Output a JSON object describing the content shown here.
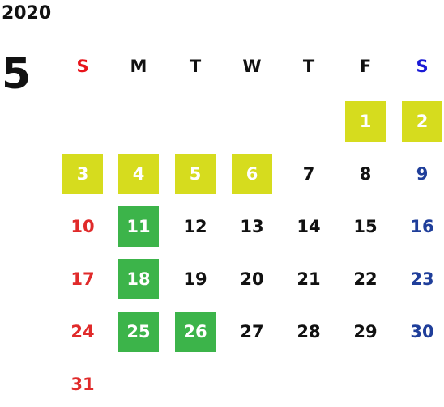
{
  "calendar": {
    "year": "2020",
    "month": "5",
    "weekdays": [
      {
        "label": "S",
        "color": "#e8141b"
      },
      {
        "label": "M",
        "color": "#111111"
      },
      {
        "label": "T",
        "color": "#111111"
      },
      {
        "label": "W",
        "color": "#111111"
      },
      {
        "label": "T",
        "color": "#111111"
      },
      {
        "label": "F",
        "color": "#111111"
      },
      {
        "label": "S",
        "color": "#1a1ad6"
      }
    ],
    "highlight_colors": {
      "yellow": "#d6dc1e",
      "green": "#3cb44a",
      "sunday_text": "#e02a2a",
      "saturday_text": "#1f3e9a"
    },
    "days": [
      {
        "day": "1",
        "col": 5,
        "row": 0,
        "highlight": "yellow"
      },
      {
        "day": "2",
        "col": 6,
        "row": 0,
        "highlight": "yellow"
      },
      {
        "day": "3",
        "col": 0,
        "row": 1,
        "highlight": "yellow"
      },
      {
        "day": "4",
        "col": 1,
        "row": 1,
        "highlight": "yellow"
      },
      {
        "day": "5",
        "col": 2,
        "row": 1,
        "highlight": "yellow"
      },
      {
        "day": "6",
        "col": 3,
        "row": 1,
        "highlight": "yellow"
      },
      {
        "day": "7",
        "col": 4,
        "row": 1,
        "highlight": ""
      },
      {
        "day": "8",
        "col": 5,
        "row": 1,
        "highlight": ""
      },
      {
        "day": "9",
        "col": 6,
        "row": 1,
        "highlight": ""
      },
      {
        "day": "10",
        "col": 0,
        "row": 2,
        "highlight": ""
      },
      {
        "day": "11",
        "col": 1,
        "row": 2,
        "highlight": "green"
      },
      {
        "day": "12",
        "col": 2,
        "row": 2,
        "highlight": ""
      },
      {
        "day": "13",
        "col": 3,
        "row": 2,
        "highlight": ""
      },
      {
        "day": "14",
        "col": 4,
        "row": 2,
        "highlight": ""
      },
      {
        "day": "15",
        "col": 5,
        "row": 2,
        "highlight": ""
      },
      {
        "day": "16",
        "col": 6,
        "row": 2,
        "highlight": ""
      },
      {
        "day": "17",
        "col": 0,
        "row": 3,
        "highlight": ""
      },
      {
        "day": "18",
        "col": 1,
        "row": 3,
        "highlight": "green"
      },
      {
        "day": "19",
        "col": 2,
        "row": 3,
        "highlight": ""
      },
      {
        "day": "20",
        "col": 3,
        "row": 3,
        "highlight": ""
      },
      {
        "day": "21",
        "col": 4,
        "row": 3,
        "highlight": ""
      },
      {
        "day": "22",
        "col": 5,
        "row": 3,
        "highlight": ""
      },
      {
        "day": "23",
        "col": 6,
        "row": 3,
        "highlight": ""
      },
      {
        "day": "24",
        "col": 0,
        "row": 4,
        "highlight": ""
      },
      {
        "day": "25",
        "col": 1,
        "row": 4,
        "highlight": "green"
      },
      {
        "day": "26",
        "col": 2,
        "row": 4,
        "highlight": "green"
      },
      {
        "day": "27",
        "col": 3,
        "row": 4,
        "highlight": ""
      },
      {
        "day": "28",
        "col": 4,
        "row": 4,
        "highlight": ""
      },
      {
        "day": "29",
        "col": 5,
        "row": 4,
        "highlight": ""
      },
      {
        "day": "30",
        "col": 6,
        "row": 4,
        "highlight": ""
      },
      {
        "day": "31",
        "col": 0,
        "row": 5,
        "highlight": ""
      }
    ]
  }
}
